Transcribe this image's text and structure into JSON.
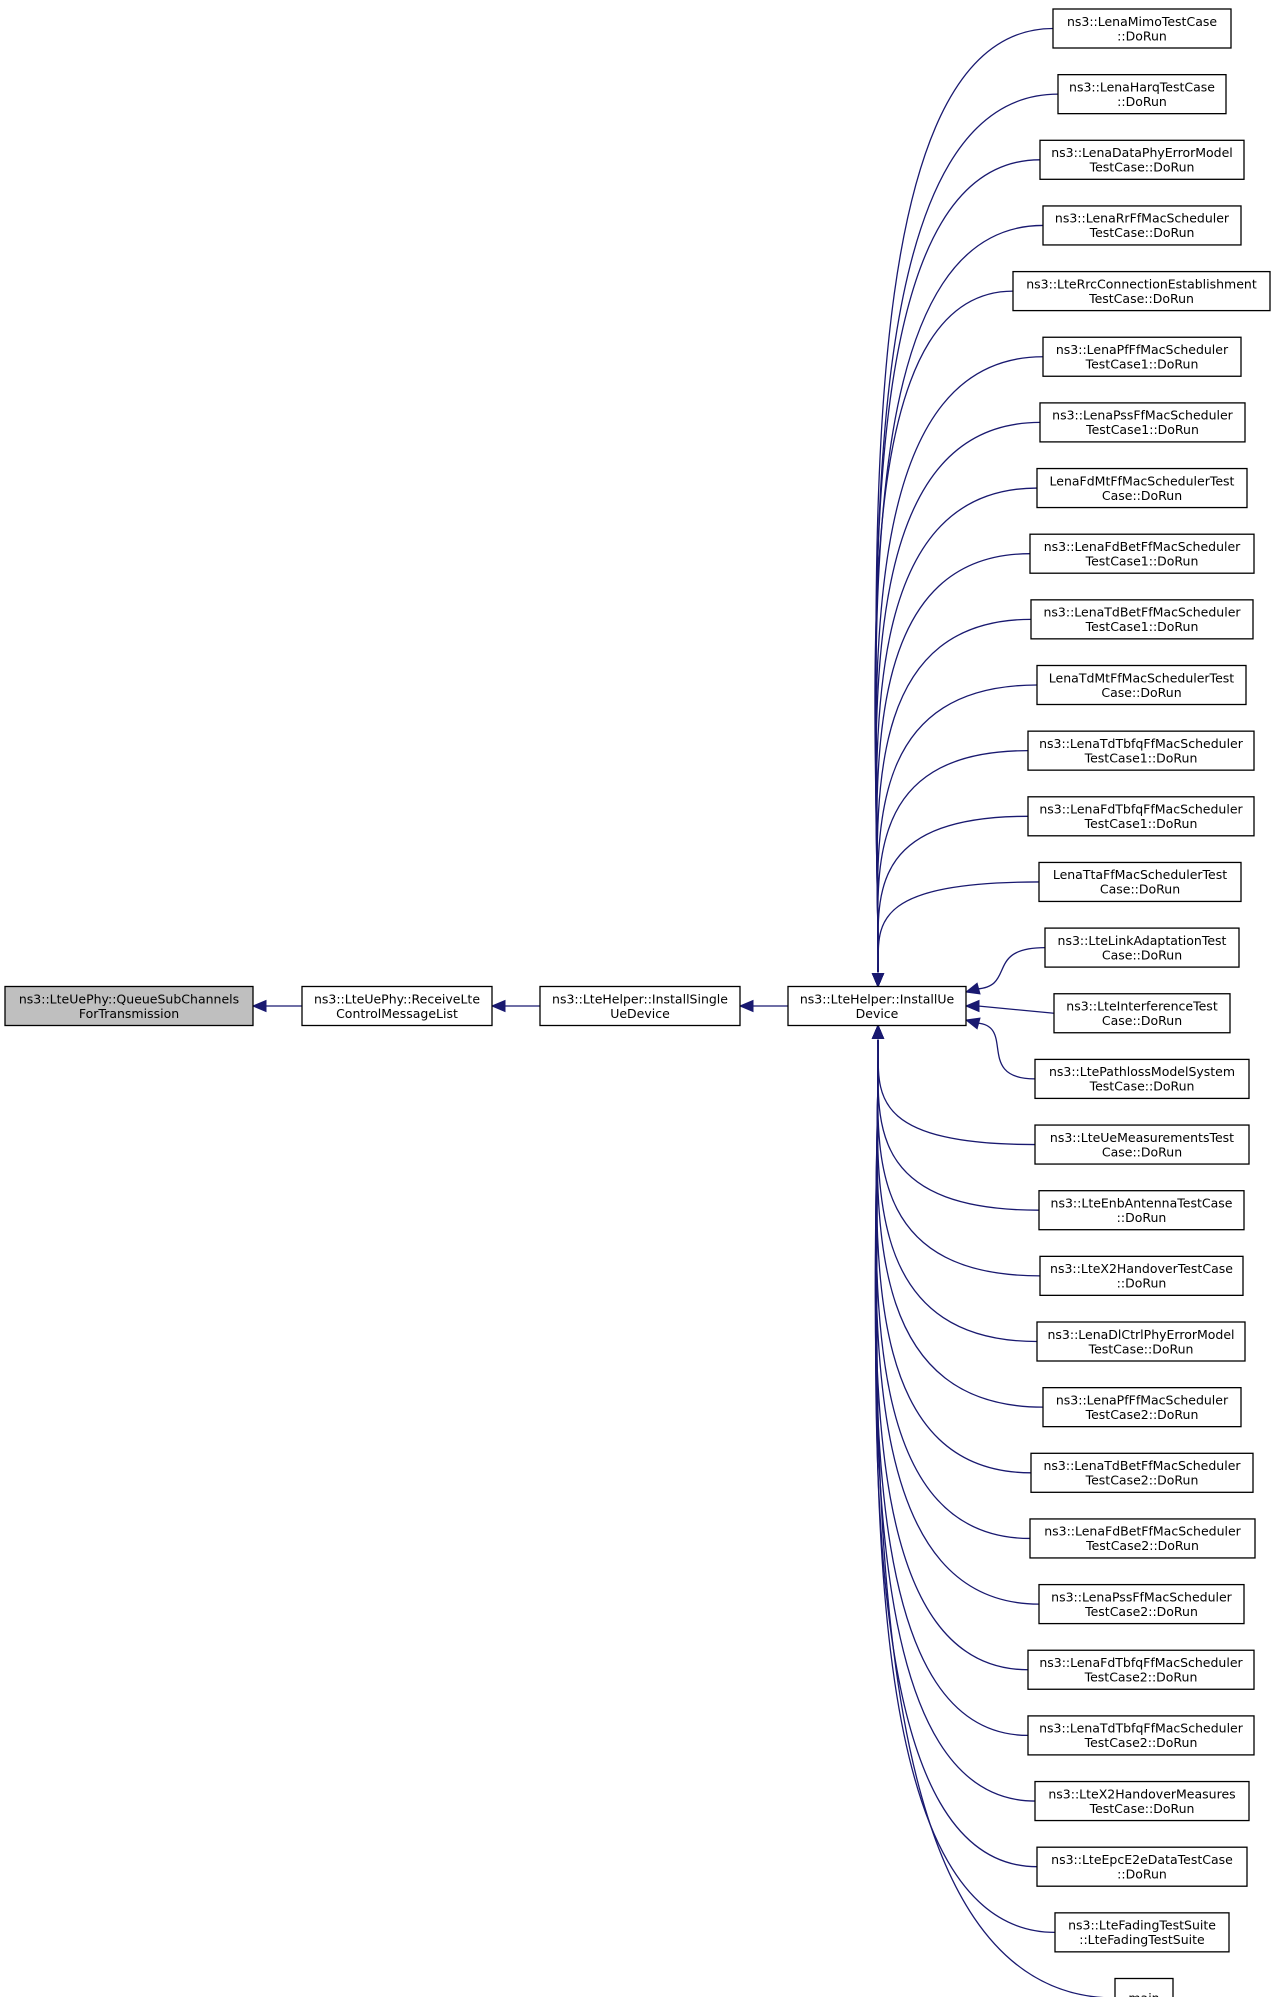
{
  "graph": {
    "root": {
      "id": "root",
      "lines": [
        "ns3::LteUePhy::QueueSubChannels",
        "ForTransmission"
      ]
    },
    "chain": [
      {
        "id": "receive",
        "lines": [
          "ns3::LteUePhy::ReceiveLte",
          "ControlMessageList"
        ]
      },
      {
        "id": "install-single",
        "lines": [
          "ns3::LteHelper::InstallSingle",
          "UeDevice"
        ]
      },
      {
        "id": "install-ue",
        "lines": [
          "ns3::LteHelper::InstallUe",
          "Device"
        ]
      }
    ],
    "callers": [
      {
        "lines": [
          "ns3::LenaMimoTestCase",
          "::DoRun"
        ]
      },
      {
        "lines": [
          "ns3::LenaHarqTestCase",
          "::DoRun"
        ]
      },
      {
        "lines": [
          "ns3::LenaDataPhyErrorModel",
          "TestCase::DoRun"
        ]
      },
      {
        "lines": [
          "ns3::LenaRrFfMacScheduler",
          "TestCase::DoRun"
        ]
      },
      {
        "lines": [
          "ns3::LteRrcConnectionEstablishment",
          "TestCase::DoRun"
        ]
      },
      {
        "lines": [
          "ns3::LenaPfFfMacScheduler",
          "TestCase1::DoRun"
        ]
      },
      {
        "lines": [
          "ns3::LenaPssFfMacScheduler",
          "TestCase1::DoRun"
        ]
      },
      {
        "lines": [
          "LenaFdMtFfMacSchedulerTest",
          "Case::DoRun"
        ]
      },
      {
        "lines": [
          "ns3::LenaFdBetFfMacScheduler",
          "TestCase1::DoRun"
        ]
      },
      {
        "lines": [
          "ns3::LenaTdBetFfMacScheduler",
          "TestCase1::DoRun"
        ]
      },
      {
        "lines": [
          "LenaTdMtFfMacSchedulerTest",
          "Case::DoRun"
        ]
      },
      {
        "lines": [
          "ns3::LenaTdTbfqFfMacScheduler",
          "TestCase1::DoRun"
        ]
      },
      {
        "lines": [
          "ns3::LenaFdTbfqFfMacScheduler",
          "TestCase1::DoRun"
        ]
      },
      {
        "lines": [
          "LenaTtaFfMacSchedulerTest",
          "Case::DoRun"
        ]
      },
      {
        "lines": [
          "ns3::LteLinkAdaptationTest",
          "Case::DoRun"
        ]
      },
      {
        "lines": [
          "ns3::LteInterferenceTest",
          "Case::DoRun"
        ]
      },
      {
        "lines": [
          "ns3::LtePathlossModelSystem",
          "TestCase::DoRun"
        ]
      },
      {
        "lines": [
          "ns3::LteUeMeasurementsTest",
          "Case::DoRun"
        ]
      },
      {
        "lines": [
          "ns3::LteEnbAntennaTestCase",
          "::DoRun"
        ]
      },
      {
        "lines": [
          "ns3::LteX2HandoverTestCase",
          "::DoRun"
        ]
      },
      {
        "lines": [
          "ns3::LenaDlCtrlPhyErrorModel",
          "TestCase::DoRun"
        ]
      },
      {
        "lines": [
          "ns3::LenaPfFfMacScheduler",
          "TestCase2::DoRun"
        ]
      },
      {
        "lines": [
          "ns3::LenaTdBetFfMacScheduler",
          "TestCase2::DoRun"
        ]
      },
      {
        "lines": [
          "ns3::LenaFdBetFfMacScheduler",
          "TestCase2::DoRun"
        ]
      },
      {
        "lines": [
          "ns3::LenaPssFfMacScheduler",
          "TestCase2::DoRun"
        ]
      },
      {
        "lines": [
          "ns3::LenaFdTbfqFfMacScheduler",
          "TestCase2::DoRun"
        ]
      },
      {
        "lines": [
          "ns3::LenaTdTbfqFfMacScheduler",
          "TestCase2::DoRun"
        ]
      },
      {
        "lines": [
          "ns3::LteX2HandoverMeasures",
          "TestCase::DoRun"
        ]
      },
      {
        "lines": [
          "ns3::LteEpcE2eDataTestCase",
          "::DoRun"
        ]
      },
      {
        "lines": [
          "ns3::LteFadingTestSuite",
          "::LteFadingTestSuite"
        ]
      },
      {
        "lines": [
          "main"
        ]
      }
    ],
    "colors": {
      "edge": "#191970",
      "root_fill": "#bfbfbf",
      "node_fill": "#ffffff",
      "node_border": "#000000"
    }
  }
}
